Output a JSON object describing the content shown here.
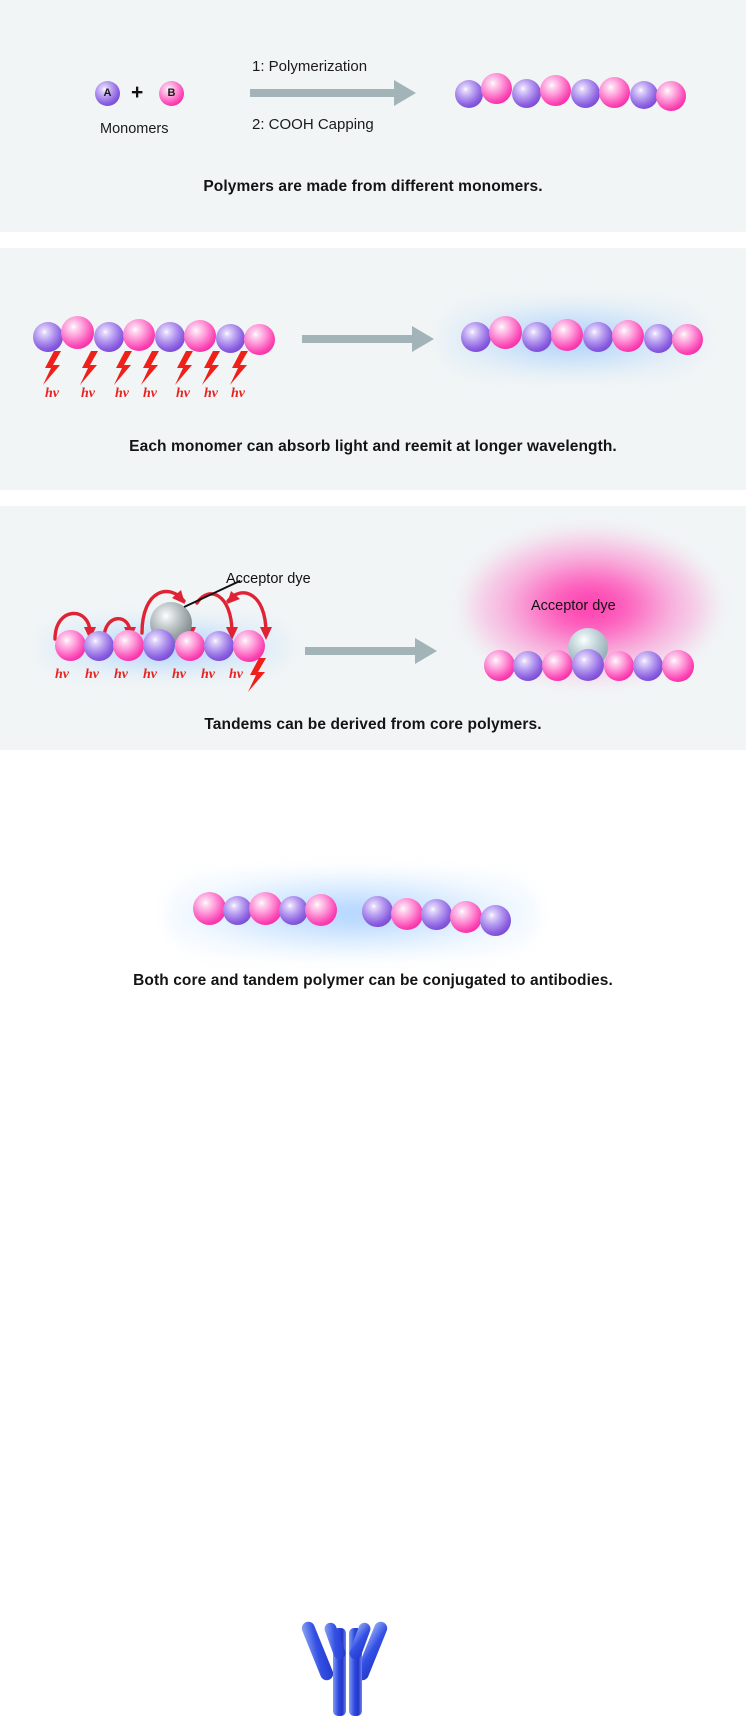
{
  "figure": {
    "title": "Polymer dye schematic",
    "colors": {
      "monomer_a": "#8b5fe0",
      "monomer_b": "#fb46b4",
      "acceptor_dye": "#8b9699",
      "arrow": "#a3b4b8",
      "hv_label": "#e8231f",
      "antibody": "#2f49e0",
      "panel_background": "#f1f5f6",
      "emission_glow_blue": "#6eafff",
      "emission_glow_pink": "#ff2eaa"
    }
  },
  "panels": [
    {
      "id": "panel-1",
      "caption": "Polymers are made from different monomers.",
      "monomer_a_label": "A",
      "monomer_b_label": "B",
      "plus_sign": "+",
      "monomers_label": "Monomers",
      "step_1": "1: Polymerization",
      "step_2": "2: COOH Capping",
      "chain": [
        "purple",
        "pink",
        "purple",
        "pink",
        "purple",
        "pink",
        "purple",
        "pink"
      ]
    },
    {
      "id": "panel-2",
      "caption": "Each monomer can absorb light and reemit at longer wavelength.",
      "chain_left": [
        "purple",
        "pink",
        "purple",
        "pink",
        "purple",
        "pink",
        "purple",
        "pink"
      ],
      "chain_right": [
        "purple",
        "pink",
        "purple",
        "pink",
        "purple",
        "pink",
        "purple",
        "pink"
      ],
      "hv_labels": [
        "hv",
        "hv",
        "hv",
        "hv",
        "hv",
        "hv",
        "hv"
      ],
      "bolt_count": 7
    },
    {
      "id": "panel-3",
      "caption": "Tandems can be derived from core polymers.",
      "acceptor_label_left": "Acceptor dye",
      "acceptor_label_right": "Acceptor dye",
      "chain_left": [
        "pink",
        "purple",
        "pink",
        "purple",
        "pink",
        "purple",
        "pink"
      ],
      "chain_right": [
        "pink",
        "purple",
        "pink",
        "purple",
        "pink",
        "purple",
        "pink"
      ],
      "hv_labels": [
        "hv",
        "hv",
        "hv",
        "hv",
        "hv",
        "hv",
        "hv"
      ],
      "fret_arrow_count": 6,
      "bolt_count": 1
    },
    {
      "id": "panel-4",
      "caption": "Both core and tandem polymer can be conjugated to antibodies.",
      "chain": [
        "pink",
        "purple",
        "pink",
        "purple",
        "pink",
        "purple",
        "pink",
        "purple",
        "pink",
        "purple"
      ],
      "antibody_name": "antibody"
    }
  ]
}
